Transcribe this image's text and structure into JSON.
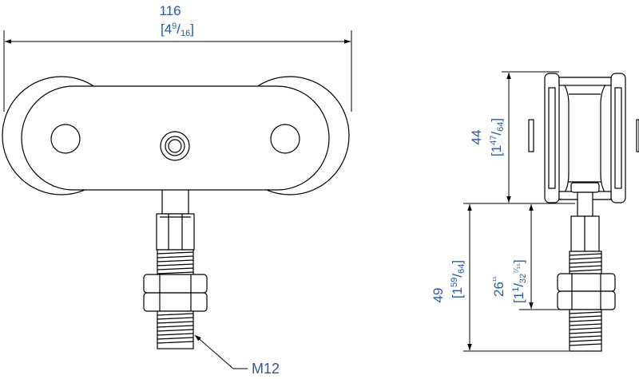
{
  "front_view": {
    "width_dim": {
      "value": "116",
      "inch_whole": "4",
      "inch_num": "9",
      "inch_den": "16"
    },
    "thread_callout": "M12"
  },
  "side_view": {
    "height_dim": {
      "value": "44",
      "inch_whole": "1",
      "inch_num": "47",
      "inch_den": "64"
    },
    "drop_dim": {
      "value": "49",
      "inch_whole": "1",
      "inch_num": "59",
      "inch_den": "64"
    },
    "stem_dim": {
      "value": "26",
      "value_suffix": "¹¹",
      "inch_whole": "1",
      "inch_num": "1",
      "inch_den": "32",
      "inch_suffix": "⁷⁄₁₆"
    }
  }
}
